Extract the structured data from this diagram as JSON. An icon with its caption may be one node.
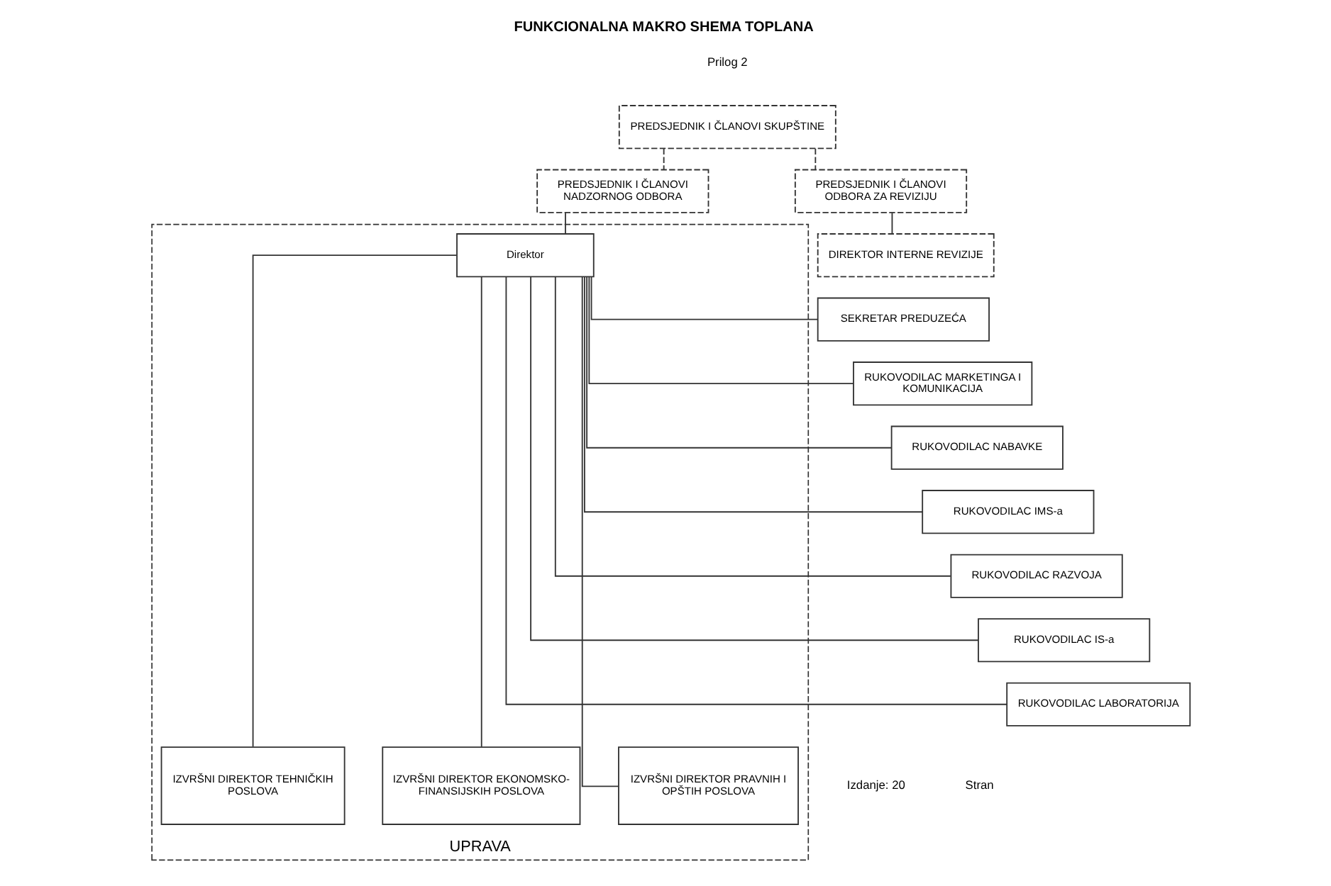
{
  "diagram": {
    "title": "FUNKCIONALNA MAKRO SHEMA TOPLANA",
    "nodes": [
      {
        "text": [
          "PREDSJEDNIK I ČLANOVI SKUPŠTINE"
        ]
      },
      {
        "text": [
          "PREDSJEDNIK I ČLANOVI NADZORNOG ODBORA"
        ]
      },
      {
        "text": [
          "PREDSJEDNIK I ČLANOVI ODBORA ZA REVIZIJU"
        ]
      },
      {
        "text": [
          "DIREKTOR INTERNE REVIZIJE"
        ]
      },
      {
        "text": [
          "UPRAVA"
        ]
      },
      {
        "text": [
          "Direktor"
        ],
        "in": 4
      },
      {
        "text": [
          "SEKRETAR PREDUZEĆA"
        ]
      },
      {
        "text": [
          "RUKOVODILAC MARKETINGA I KOMUNIKACIJA"
        ]
      },
      {
        "text": [
          "RUKOVODILAC NABAVKE"
        ]
      },
      {
        "text": [
          "RUKOVODILAC IMS-a"
        ]
      },
      {
        "text": [
          "RUKOVODILAC RAZVOJA"
        ]
      },
      {
        "text": [
          "RUKOVODILAC IS-a"
        ]
      },
      {
        "text": [
          "RUKOVODILAC LABORATORIJA"
        ]
      },
      {
        "text": [
          "IZVRŠNI DIREKTOR TEHNIČKIH POSLOVA"
        ],
        "in": 4
      },
      {
        "text": [
          "IZVRŠNI DIREKTOR EKONOMSKO-FINANSIJSKIH POSLOVA"
        ],
        "in": 4
      },
      {
        "text": [
          "IZVRŠNI DIREKTOR PRAVNIH I OPŠTIH POSLOVA"
        ],
        "in": 4
      }
    ],
    "edges": [
      {
        "from": 0,
        "to": 1,
        "arrow": "none",
        "style": "dashed"
      },
      {
        "from": 0,
        "to": 2,
        "arrow": "none",
        "style": "dashed"
      },
      {
        "from": 1,
        "to": 5,
        "arrow": "none"
      },
      {
        "from": 2,
        "to": 3,
        "arrow": "none"
      },
      {
        "from": 5,
        "to": 6,
        "arrow": "none"
      },
      {
        "from": 5,
        "to": 7,
        "arrow": "none"
      },
      {
        "from": 5,
        "to": 8,
        "arrow": "none"
      },
      {
        "from": 5,
        "to": 9,
        "arrow": "none"
      },
      {
        "from": 5,
        "to": 10,
        "arrow": "none"
      },
      {
        "from": 5,
        "to": 11,
        "arrow": "none"
      },
      {
        "from": 5,
        "to": 12,
        "arrow": "none"
      },
      {
        "from": 5,
        "to": 13,
        "arrow": "none"
      },
      {
        "from": 5,
        "to": 14,
        "arrow": "none"
      },
      {
        "from": 5,
        "to": 15,
        "arrow": "none"
      }
    ],
    "labels": [
      "Prilog 2",
      "Izdanje: 20",
      "Stran"
    ]
  }
}
